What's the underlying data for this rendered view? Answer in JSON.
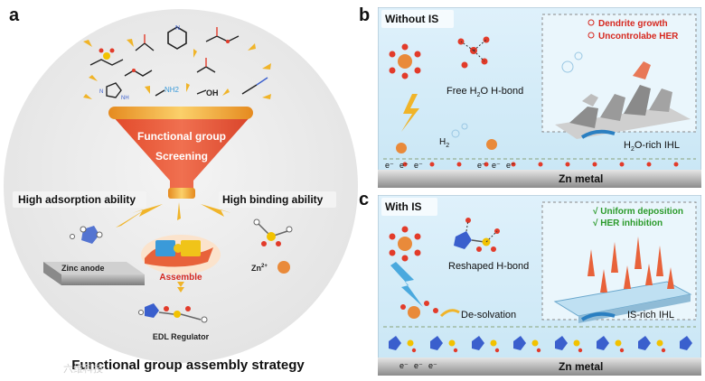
{
  "panel_a": {
    "label": "a",
    "funnel_line1": "Functional group",
    "funnel_line2": "Screening",
    "left_text": "High adsorption ability",
    "right_text": "High binding ability",
    "zinc_anode": "Zinc anode",
    "assemble": "Assemble",
    "zn2": "Zn",
    "zn2_sup": "2+",
    "edl": "EDL Regulator",
    "nh2": "NH2",
    "bottom_title": "Functional group assembly strategy",
    "watermark": "六维科技"
  },
  "panel_b": {
    "label": "b",
    "tag": "Without IS",
    "legend1": "Dendrite growth",
    "legend2": "Uncontrolabe HER",
    "free_hbond_a": "Free H",
    "free_hbond_sub": "2",
    "free_hbond_b": "O H-bond",
    "h2_a": "H",
    "h2_sub": "2",
    "ihl_a": "H",
    "ihl_sub": "2",
    "ihl_b": "O-rich IHL",
    "electron": "e⁻",
    "metal": "Zn metal"
  },
  "panel_c": {
    "label": "c",
    "tag": "With IS",
    "legend1": "√ Uniform deposition",
    "legend2": "√ HER inhibition",
    "reshaped": "Reshaped H-bond",
    "desolvation": "De-solvation",
    "ihl": "IS-rich IHL",
    "electron": "e⁻",
    "metal": "Zn metal"
  },
  "colors": {
    "funnel_orange": "#e8623a",
    "funnel_rim": "#f5a623",
    "arrow_yellow": "#f0b429",
    "panel_bg": "#d7eef9",
    "metal_gray": "#9a9a9a",
    "red_text": "#d6281f",
    "green_text": "#2a9a2a"
  }
}
